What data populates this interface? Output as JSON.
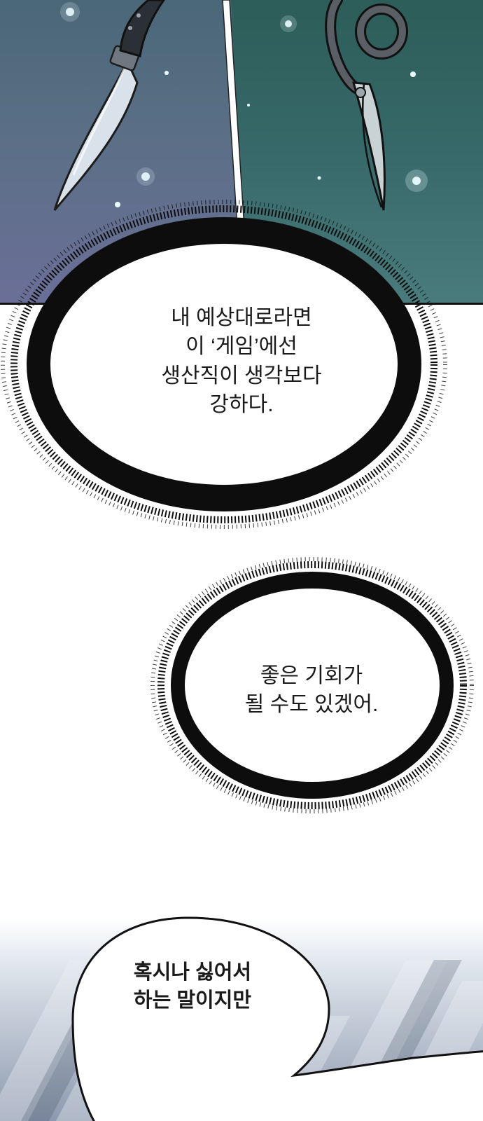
{
  "bubbles": [
    {
      "lines": [
        "내 예상대로라면",
        "이 ‘게임’에선",
        "생산직이 생각보다",
        "강하다."
      ]
    },
    {
      "lines": [
        "좋은 기회가",
        "될 수도 있겠어."
      ]
    },
    {
      "lines": [
        "혹시나 싫어서",
        "하는 말이지만"
      ]
    }
  ],
  "art": {
    "items": [
      "knife-icon",
      "scissors-icon"
    ],
    "colors": {
      "left_panel": "#5b6f86",
      "right_panel": "#37696a",
      "sparkle": "#e8fbff"
    }
  }
}
